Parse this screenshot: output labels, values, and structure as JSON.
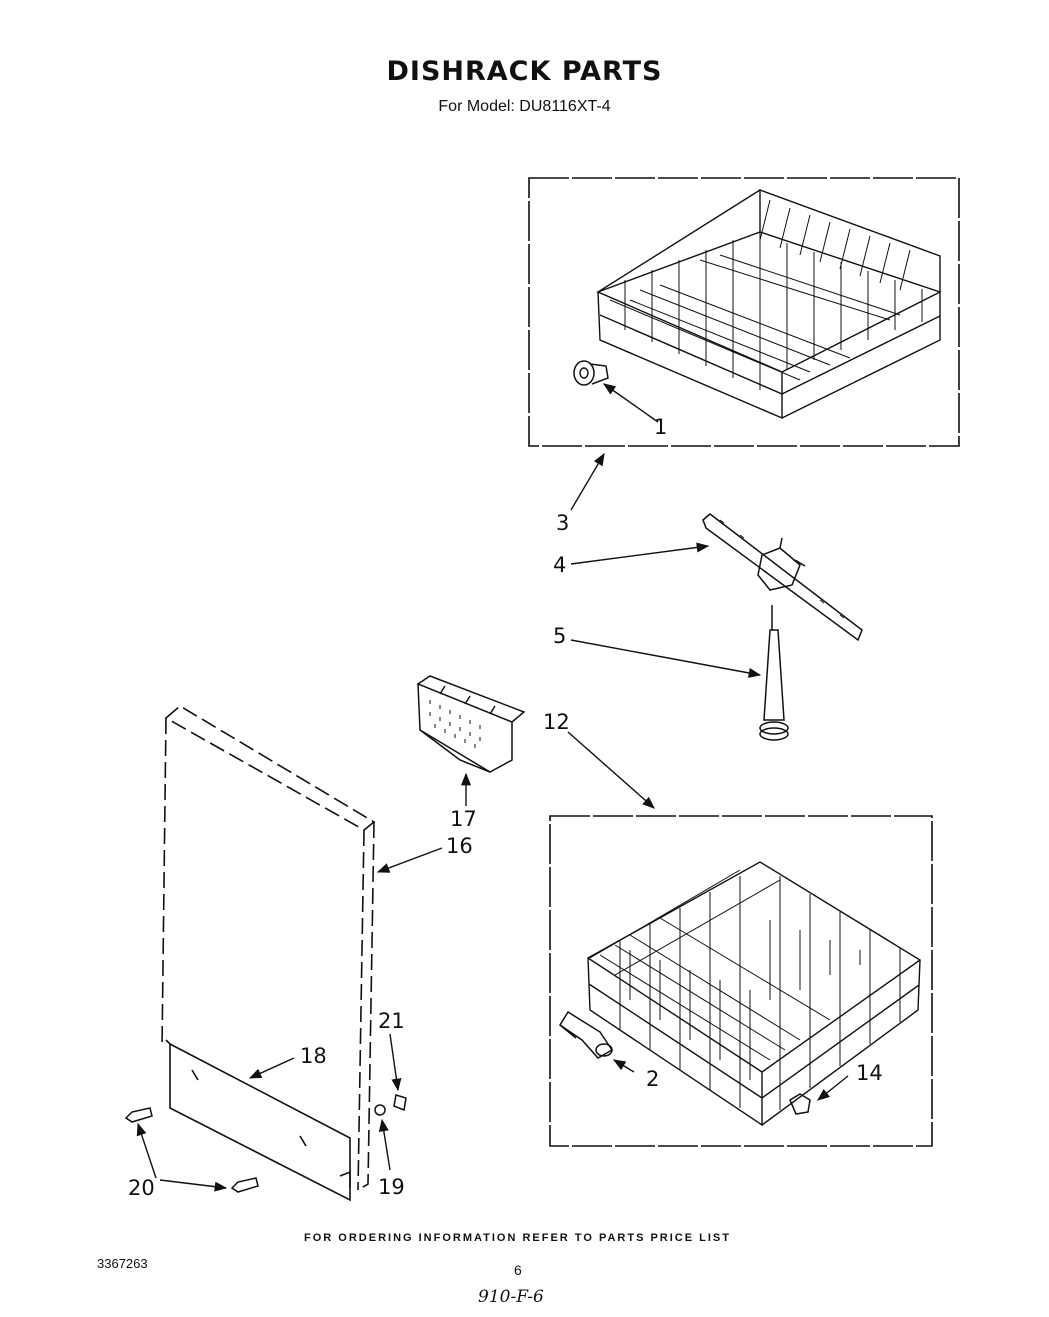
{
  "header": {
    "title": "DISHRACK PARTS",
    "subtitle": "For Model: DU8116XT-4"
  },
  "callouts": [
    "1",
    "2",
    "3",
    "4",
    "5",
    "12",
    "14",
    "16",
    "17",
    "18",
    "19",
    "20",
    "21"
  ],
  "footer": {
    "note": "FOR ORDERING INFORMATION REFER TO PARTS PRICE LIST",
    "doc_number": "3367263",
    "page_number": "6",
    "handwritten": "910-F-6"
  }
}
